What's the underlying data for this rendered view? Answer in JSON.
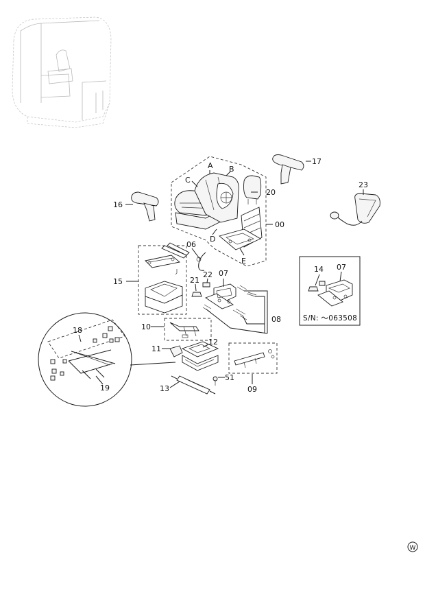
{
  "labels": {
    "A": "A",
    "B": "B",
    "C": "C",
    "D": "D",
    "E": "E",
    "p00": "00",
    "p06": "06",
    "p07": "07",
    "p07b": "07",
    "p08": "08",
    "p09": "09",
    "p10": "10",
    "p11": "11",
    "p12": "12",
    "p13": "13",
    "p14": "14",
    "p15": "15",
    "p16": "16",
    "p17": "17",
    "p18": "18",
    "p19": "19",
    "p20": "20",
    "p21": "21",
    "p22": "22",
    "p23": "23",
    "p51": "51"
  },
  "serial_note": "S/N: ～063508",
  "watermark": "W"
}
